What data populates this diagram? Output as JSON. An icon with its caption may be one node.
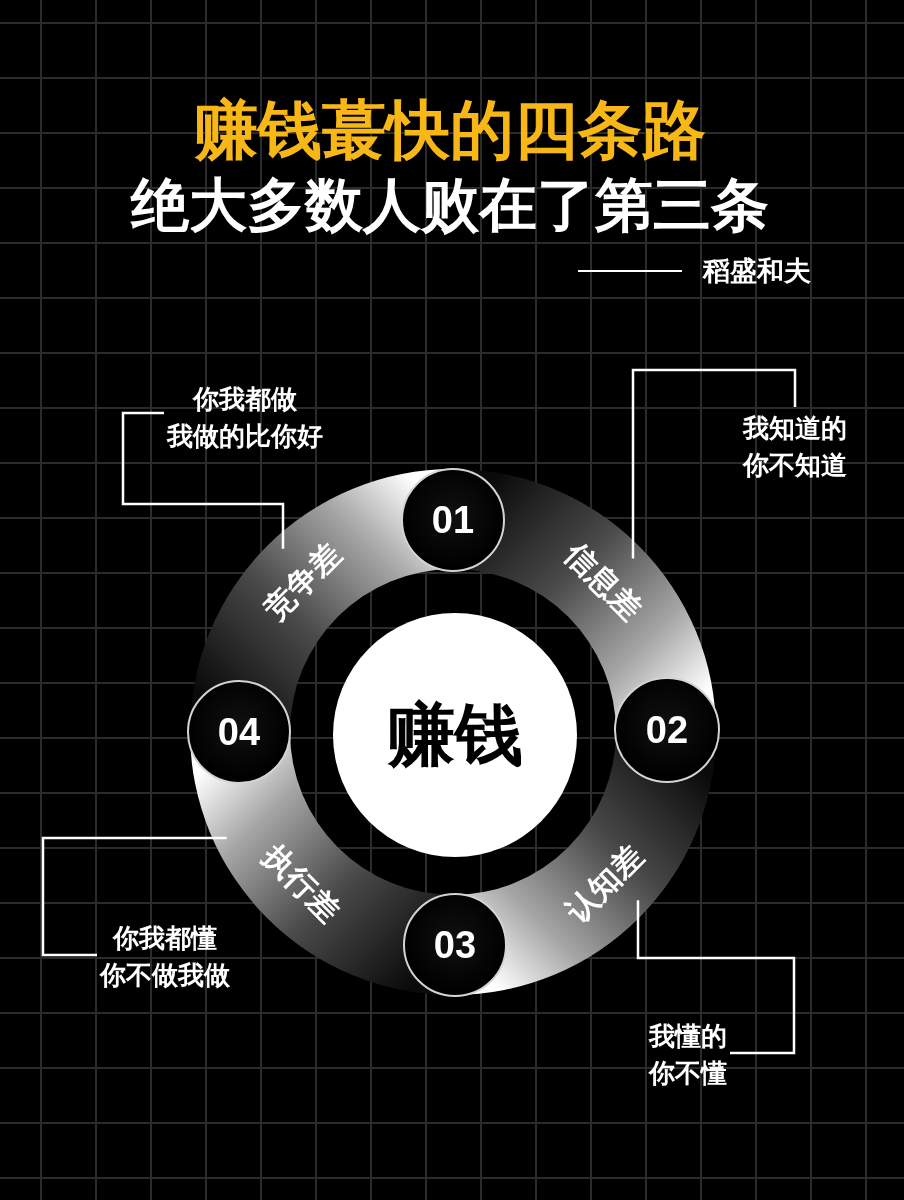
{
  "diagram": {
    "title": "赚钱蕞快的四条路",
    "nodes": [
      {
        "text": [
          "你我都做我做的比你好"
        ]
      },
      {
        "text": [
          "我知道的你不知道"
        ]
      },
      {
        "text": [
          "01"
        ]
      },
      {
        "text": [
          "竞争差"
        ]
      },
      {
        "text": [
          "信息差"
        ]
      },
      {
        "text": [
          "04"
        ]
      },
      {
        "text": [
          "赚钱"
        ]
      },
      {
        "text": [
          "02"
        ]
      },
      {
        "text": [
          "执行差"
        ]
      },
      {
        "text": [
          "认知差"
        ]
      },
      {
        "text": [
          "03"
        ]
      },
      {
        "text": [
          "你我都懂你不做我做"
        ]
      },
      {
        "text": [
          "我懂的你不懂"
        ]
      }
    ],
    "edges": [
      {
        "from": 0,
        "to": 3,
        "arrow": "none"
      },
      {
        "from": 1,
        "to": 4,
        "arrow": "none"
      },
      {
        "from": 11,
        "to": 8,
        "arrow": "none"
      },
      {
        "from": 12,
        "to": 9,
        "arrow": "none"
      }
    ],
    "labels": [
      "绝大多数人败在了第三条",
      "稻盛和夫"
    ]
  }
}
